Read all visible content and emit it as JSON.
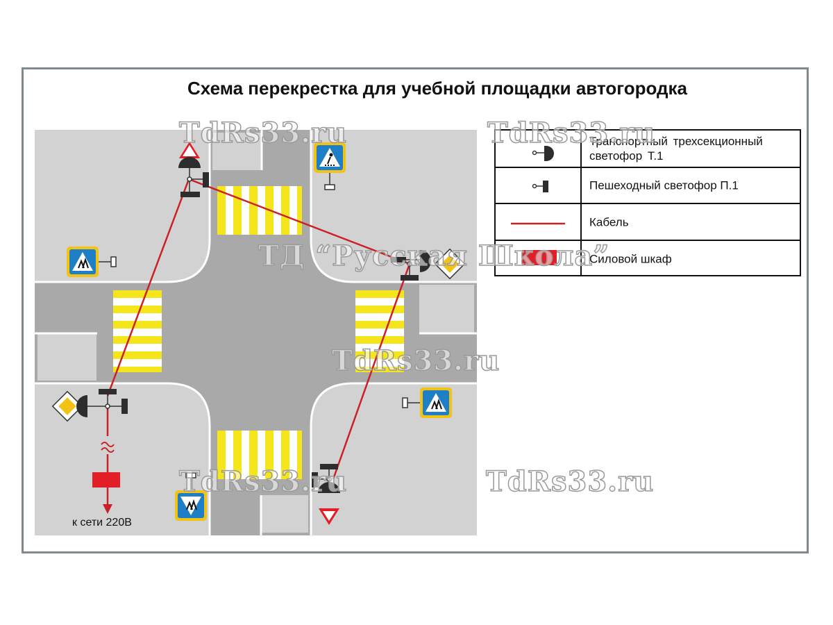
{
  "title": "Схема перекрестка для учебной площадки автогородка",
  "legend": {
    "rows": [
      {
        "symbol": "transport-signal",
        "label": "Транспортный трехсекционный светофор Т.1"
      },
      {
        "symbol": "pedestrian-signal",
        "label": "Пешеходный светофор П.1"
      },
      {
        "symbol": "cable",
        "label": "Кабель"
      },
      {
        "symbol": "power-cabinet",
        "label": "Силовой шкаф"
      }
    ]
  },
  "power_note": "к сети 220В",
  "watermarks": {
    "domain": "TdRs33.ru",
    "company": "ТД “Русская Школа”"
  },
  "colors": {
    "road": "#a9a9a9",
    "sidewalk": "#d2d2d2",
    "crosswalk": "#f5e51b",
    "cable": "#cc2027",
    "cabinet": "#e21e26",
    "sign_blue": "#1e7fc6",
    "sign_yellow": "#f2c315",
    "frame": "#7f8a8f"
  }
}
